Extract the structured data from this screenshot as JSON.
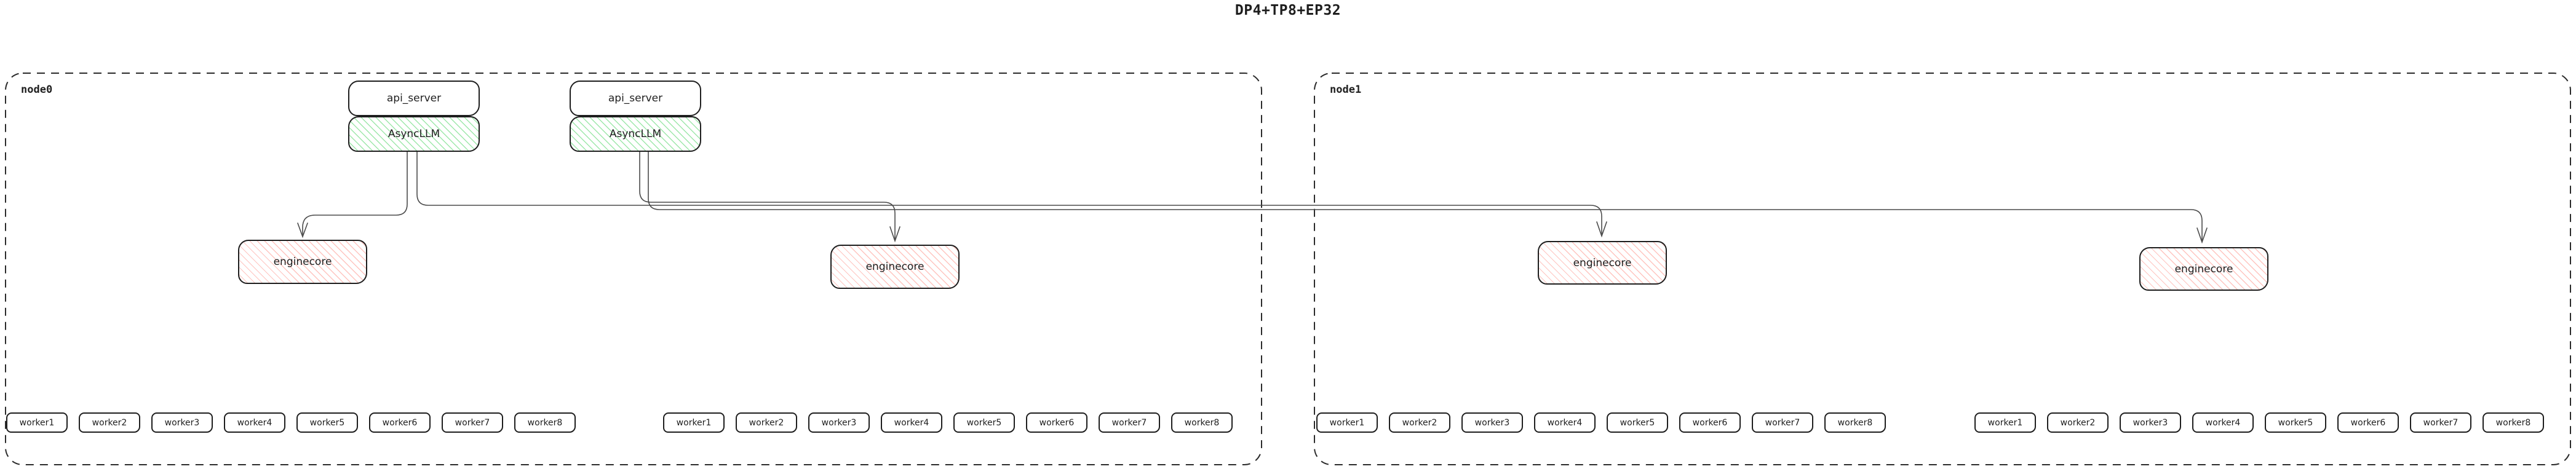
{
  "title": "DP4+TP8+EP32",
  "colors": {
    "background": "#ffffff",
    "box_border": "#1e1e1e",
    "node_border": "#2b2b2b",
    "connector": "#4a4a4a",
    "asyncllm_hatch": "#69db7c",
    "enginecore_hatch": "#ff8a80",
    "text": "#1e1e1e"
  },
  "node0": {
    "label": "node0",
    "stack1": {
      "api_server": "api_server",
      "asyncllm": "AsyncLLM"
    },
    "stack2": {
      "api_server": "api_server",
      "asyncllm": "AsyncLLM"
    },
    "enginecore1": "enginecore",
    "enginecore2": "enginecore",
    "workers_group1": [
      "worker1",
      "worker2",
      "worker3",
      "worker4",
      "worker5",
      "worker6",
      "worker7",
      "worker8"
    ],
    "workers_group2": [
      "worker1",
      "worker2",
      "worker3",
      "worker4",
      "worker5",
      "worker6",
      "worker7",
      "worker8"
    ]
  },
  "node1": {
    "label": "node1",
    "enginecore1": "enginecore",
    "enginecore2": "enginecore",
    "workers_group1": [
      "worker1",
      "worker2",
      "worker3",
      "worker4",
      "worker5",
      "worker6",
      "worker7",
      "worker8"
    ],
    "workers_group2": [
      "worker1",
      "worker2",
      "worker3",
      "worker4",
      "worker5",
      "worker6",
      "worker7",
      "worker8"
    ]
  }
}
